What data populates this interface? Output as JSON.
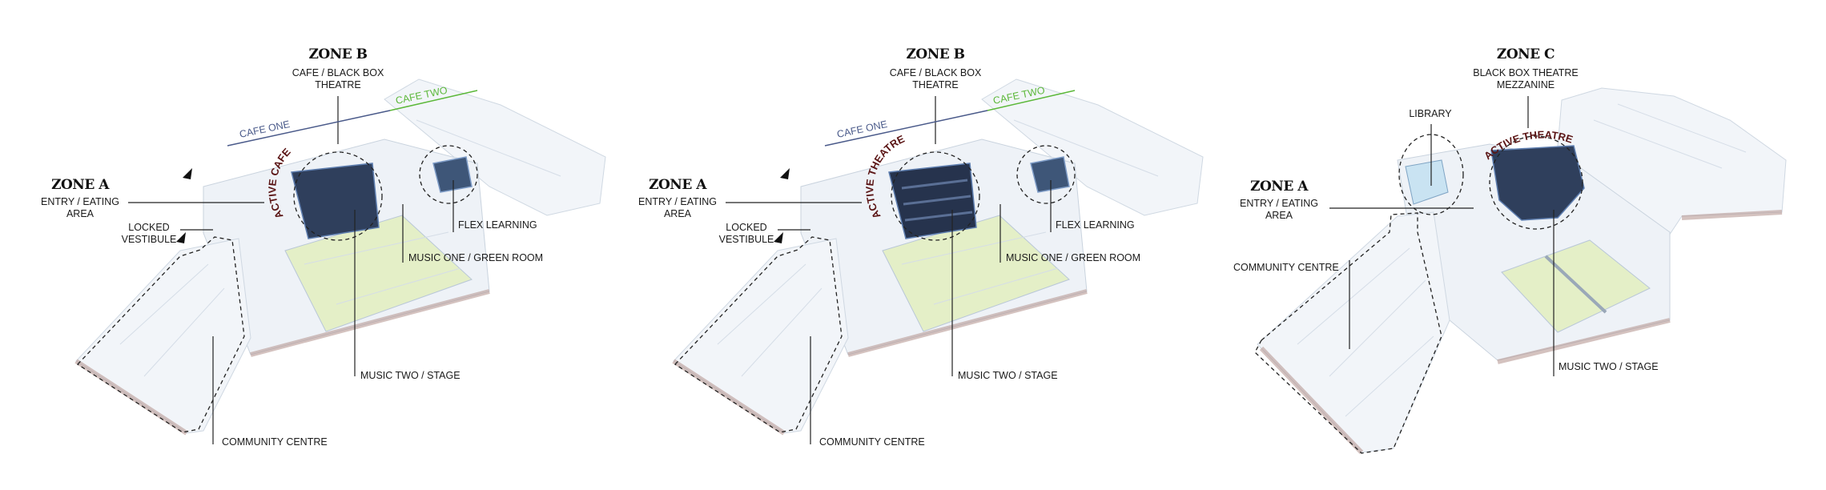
{
  "panels": [
    {
      "zone_top": "ZONE B",
      "zone_top_desc": [
        "CAFE / BLACK BOX",
        "THEATRE"
      ],
      "cafe_one": "CAFE ONE",
      "cafe_two": "CAFE TWO",
      "active_label": "ACTIVE CAFE",
      "zone_a": "ZONE A",
      "entry": [
        "ENTRY / EATING",
        "AREA"
      ],
      "vestibule": [
        "LOCKED",
        "VESTIBULE"
      ],
      "flex": "FLEX LEARNING",
      "music_one": "MUSIC ONE / GREEN ROOM",
      "music_two": "MUSIC TWO / STAGE",
      "community": "COMMUNITY CENTRE"
    },
    {
      "zone_top": "ZONE B",
      "zone_top_desc": [
        "CAFE / BLACK BOX",
        "THEATRE"
      ],
      "cafe_one": "CAFE ONE",
      "cafe_two": "CAFE TWO",
      "active_label": "ACTIVE THEATRE",
      "zone_a": "ZONE A",
      "entry": [
        "ENTRY / EATING",
        "AREA"
      ],
      "vestibule": [
        "LOCKED",
        "VESTIBULE"
      ],
      "flex": "FLEX LEARNING",
      "music_one": "MUSIC ONE / GREEN ROOM",
      "music_two": "MUSIC TWO / STAGE",
      "community": "COMMUNITY CENTRE"
    },
    {
      "zone_top": "ZONE C",
      "zone_top_desc": [
        "BLACK BOX THEATRE",
        "MEZZANINE"
      ],
      "library": "LIBRARY",
      "active_label": "ACTIVE THEATRE",
      "zone_a": "ZONE A",
      "entry": [
        "ENTRY / EATING",
        "AREA"
      ],
      "community": "COMMUNITY CENTRE",
      "music_two": "MUSIC TWO / STAGE"
    }
  ],
  "colors": {
    "cafe_one_line": "#4a5a8a",
    "cafe_two_line": "#5cb83a",
    "active_label": "#5a1414",
    "theatre_block": "#2f3f5c",
    "court": "#e4efc7"
  }
}
